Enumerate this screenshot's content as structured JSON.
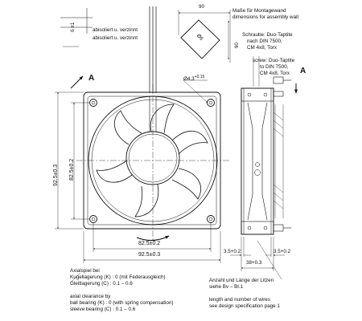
{
  "labels": {
    "mount_title_de": "Maße für Montagewand",
    "mount_title_en": "dimensions for assembly wall",
    "screw_de_line1": "Schraube: Duo-Taptite",
    "screw_de_line2": "nach DIN 7500,",
    "screw_de_line3": "CM 4x8, Torx",
    "screw_en_line1": "screw: Duo-Taptite",
    "screw_en_line2": "to DIN 7500,",
    "screw_en_line3": "CM 4x8, Torx",
    "wire_note_line1": "abisoliert u. verzinnt",
    "wire_note_line2": "abisoliert u. verzinnt",
    "view_arrow_left": "A",
    "view_arrow_right": "A",
    "axial_de_1": "Axialspiel bei",
    "axial_de_2": "Kugellagerung (K) :  0 (mit Federausgleich)",
    "axial_de_3": "Gleitlagerung (C) :  0.1 – 0.6",
    "axial_en_1": "axial clearance by",
    "axial_en_2": "ball bearing (K) :  0 (with spring compensation)",
    "axial_en_3": "sleeve bearing  (C) :  0.1 – 0.6",
    "wires_de_1": "Anzahl und Länge der Litzen",
    "wires_de_2": "siehe Bv – Bl.1",
    "wires_en_1": "length and number of wires",
    "wires_en_2": "see design specification page 1"
  },
  "dimensions": {
    "wall_width": "90",
    "wall_height": "90",
    "cutout_diameter": "Ø6",
    "hole": "Ø4.3",
    "hole_tol": "+0.15",
    "wire_offset": "6 ±1",
    "pitch_h": "82.5±0.2",
    "size_h": "92.5±0.3",
    "pitch_v": "82.5±0.2",
    "size_v": "92.5±0.3",
    "flange_left": "3.5+0.2",
    "flange_right": "3.5+0.2",
    "depth": "38+0.3"
  }
}
